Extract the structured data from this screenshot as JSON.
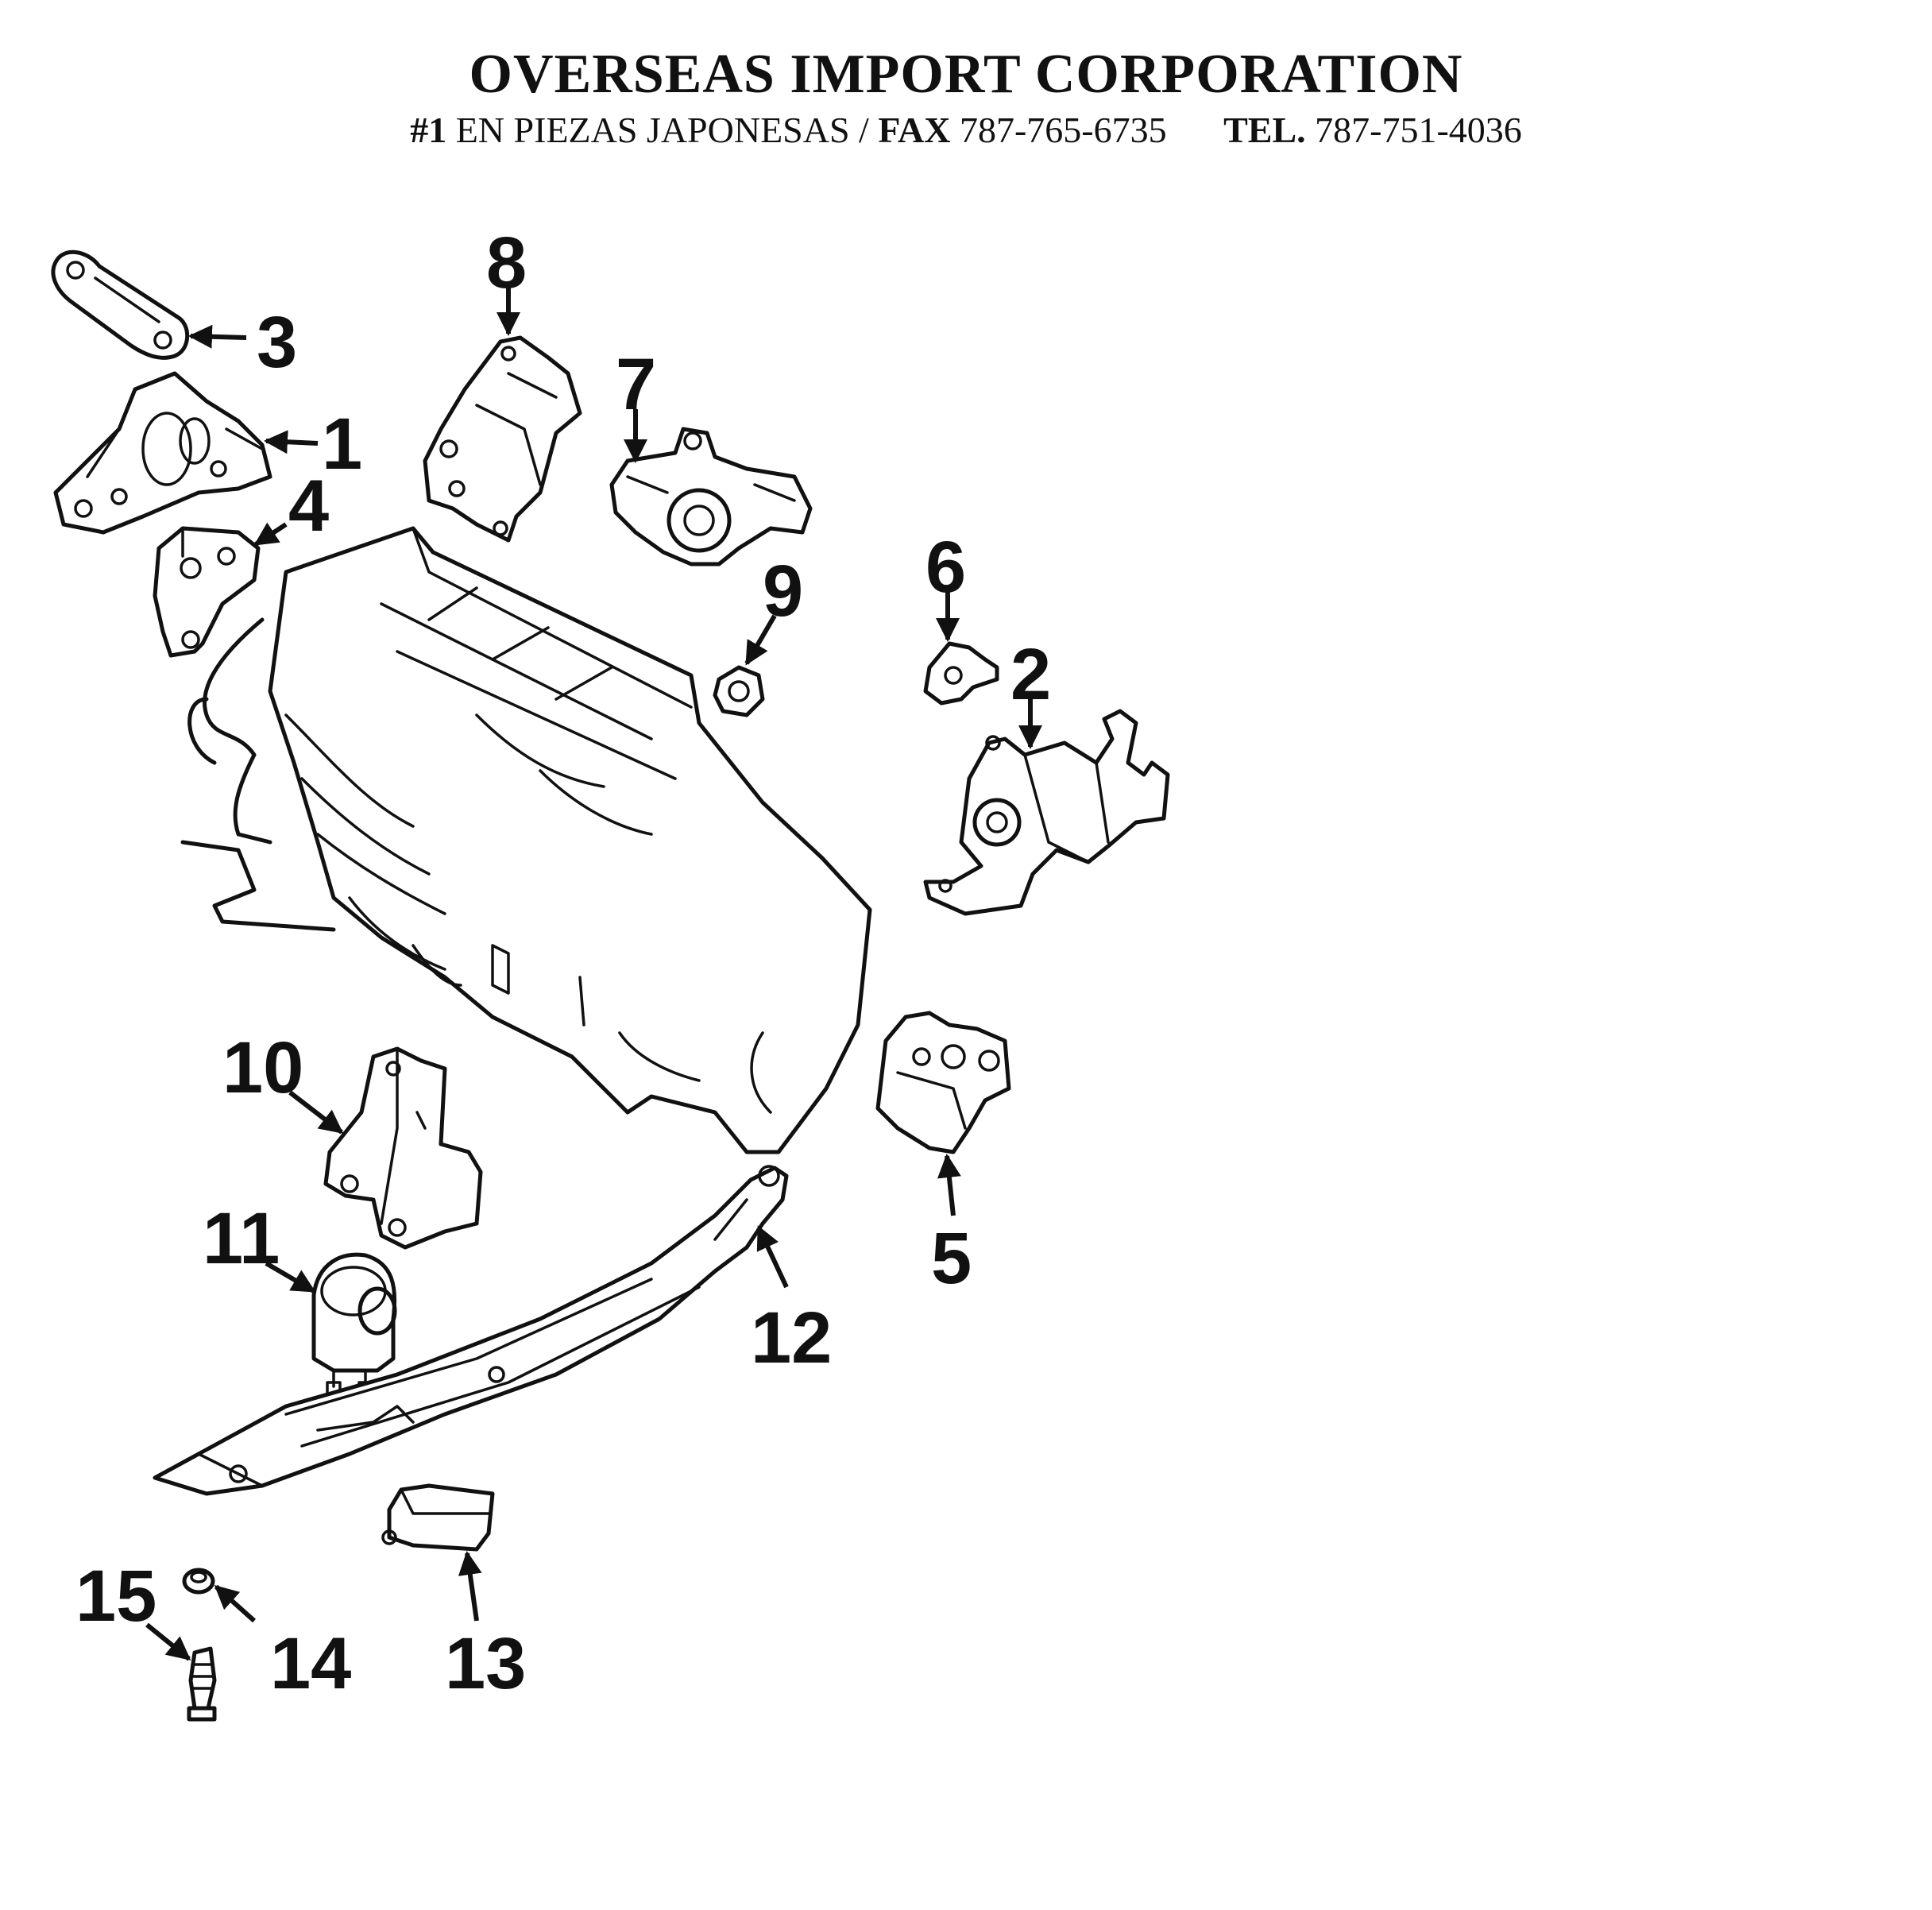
{
  "header": {
    "company": "OVERSEAS IMPORT CORPORATION",
    "rank": "#1",
    "tagline": "EN PIEZAS JAPONESAS /",
    "fax_label": "FAX",
    "fax_number": "787-765-6735",
    "tel_label": "TEL.",
    "tel_number": "787-751-4036"
  },
  "callouts": {
    "c1": "1",
    "c2": "2",
    "c3": "3",
    "c4": "4",
    "c5": "5",
    "c6": "6",
    "c7": "7",
    "c8": "8",
    "c9": "9",
    "c10": "10",
    "c11": "11",
    "c12": "12",
    "c13": "13",
    "c14": "14",
    "c15": "15"
  }
}
